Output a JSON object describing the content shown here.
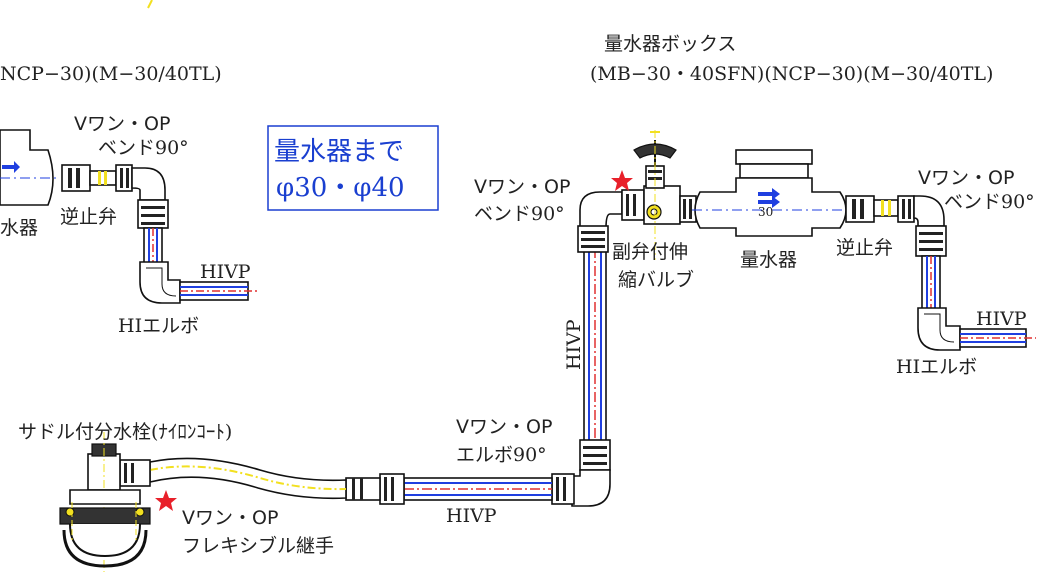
{
  "colors": {
    "pipe_blue": "#1f3fe0",
    "pipe_red": "#e03030",
    "yellow": "#f2e020",
    "star": "#e8202a",
    "box_border": "#1a3fd0"
  },
  "labels": {
    "meter_box_title": "量水器ボックス",
    "meter_box_models": "(MB−30・40SFN)(NCP−30)(M−30/40TL)",
    "left_models": "NCP−30)(M−30/40TL)",
    "left_bend_line1": "Vワン・OP",
    "left_bend_line2": "ベンド90°",
    "left_meter_partial": "水器",
    "left_check_valve": "逆止弁",
    "left_hivp": "HIVP",
    "left_hi_elbow": "HIエルボ",
    "size_box_line1": "量水器まで",
    "size_box_line2": "φ30・φ40",
    "mid_bend_line1": "Vワン・OP",
    "mid_bend_line2": "ベンド90°",
    "sub_valve_line1": "副弁付伸",
    "sub_valve_line2": "縮バルブ",
    "meter": "量水器",
    "meter_size": "30",
    "right_check_valve": "逆止弁",
    "right_bend_line1": "Vワン・OP",
    "right_bend_line2": "ベンド90°",
    "right_hivp": "HIVP",
    "right_hi_elbow": "HIエルボ",
    "vertical_hivp": "HIVP",
    "elbow_line1": "Vワン・OP",
    "elbow_line2": "エルボ90°",
    "saddle": "サドル付分水栓(ﾅｲﾛﾝｺｰﾄ)",
    "flex_line1": "Vワン・OP",
    "flex_line2": "フレキシブル継手",
    "bottom_hivp": "HIVP"
  }
}
